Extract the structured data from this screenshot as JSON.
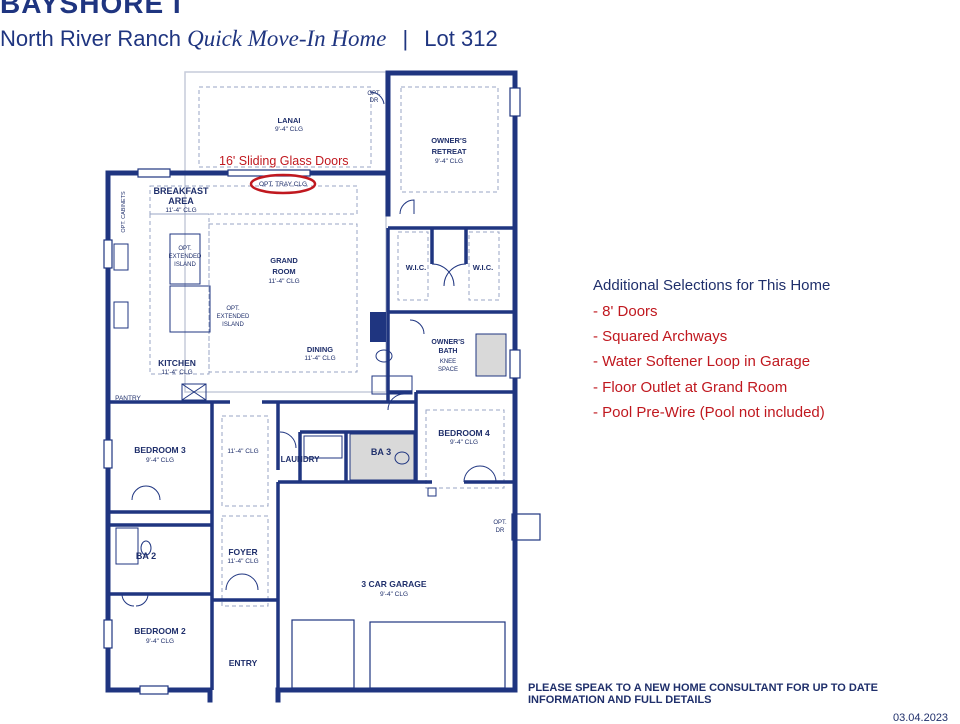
{
  "header": {
    "title": "BAYSHORE I",
    "community": "North River Ranch",
    "home_type": "Quick Move-In Home",
    "separator": "|",
    "lot": "Lot 312"
  },
  "rooms": {
    "lanai": {
      "name": "LANAI",
      "clg": "9'-4\" CLG"
    },
    "owners_retreat": {
      "name_1": "OWNER'S",
      "name_2": "RETREAT",
      "clg": "9'-4\" CLG"
    },
    "breakfast": {
      "name_1": "BREAKFAST",
      "name_2": "AREA",
      "clg": "11'-4\" CLG"
    },
    "grand_room": {
      "name_1": "GRAND",
      "name_2": "ROOM",
      "clg": "11'-4\" CLG"
    },
    "dining": {
      "name": "DINING",
      "clg": "11'-4\" CLG"
    },
    "kitchen": {
      "name": "KITCHEN",
      "clg": "11'-4\" CLG"
    },
    "pantry": {
      "name": "PANTRY"
    },
    "wic_left": {
      "name": "W.I.C."
    },
    "wic_right": {
      "name": "W.I.C."
    },
    "owners_bath": {
      "name_1": "OWNER'S",
      "name_2": "BATH",
      "knee_1": "KNEE",
      "knee_2": "SPACE"
    },
    "bedroom_3": {
      "name": "BEDROOM 3",
      "clg": "9'-4\" CLG"
    },
    "hall": {
      "clg": "11'-4\" CLG"
    },
    "laundry": {
      "name": "LAUNDRY"
    },
    "ba_3": {
      "name": "BA 3"
    },
    "bedroom_4": {
      "name": "BEDROOM 4",
      "clg": "9'-4\" CLG"
    },
    "ba_2": {
      "name": "BA 2"
    },
    "foyer": {
      "name": "FOYER",
      "clg": "11'-4\" CLG"
    },
    "garage": {
      "name": "3 CAR GARAGE",
      "clg": "9'-4\" CLG"
    },
    "bedroom_2": {
      "name": "BEDROOM 2",
      "clg": "9'-4\" CLG"
    },
    "entry": {
      "name": "ENTRY"
    }
  },
  "plan_notes": {
    "opt_dr_top_1": "OPT.",
    "opt_dr_top_2": "DR",
    "opt_dr_right_1": "OPT.",
    "opt_dr_right_2": "DR",
    "opt_tray": "OPT. TRAY CLG",
    "opt_cabinets": "OPT. CABINETS",
    "opt_island_1_a": "OPT.",
    "opt_island_1_b": "EXTENDED",
    "opt_island_1_c": "ISLAND",
    "opt_island_2_a": "OPT.",
    "opt_island_2_b": "EXTENDED",
    "opt_island_2_c": "ISLAND"
  },
  "callout": {
    "text": "16' Sliding Glass Doors",
    "color": "#c0181f"
  },
  "selections": {
    "heading": "Additional Selections for This Home",
    "items": [
      "- 8' Doors",
      "- Squared Archways",
      "- Water Softener Loop in Garage",
      "- Floor Outlet at Grand Room",
      "- Pool Pre-Wire (Pool not included)"
    ]
  },
  "disclaimer": "PLEASE SPEAK TO A NEW HOME CONSULTANT FOR UP TO DATE INFORMATION AND FULL DETAILS",
  "footer_date": "03.04.2023",
  "colors": {
    "wall": "#1f3580",
    "accent": "#c0181f",
    "tile": "#d9d9d9",
    "dashed": "#9aa6c4"
  }
}
